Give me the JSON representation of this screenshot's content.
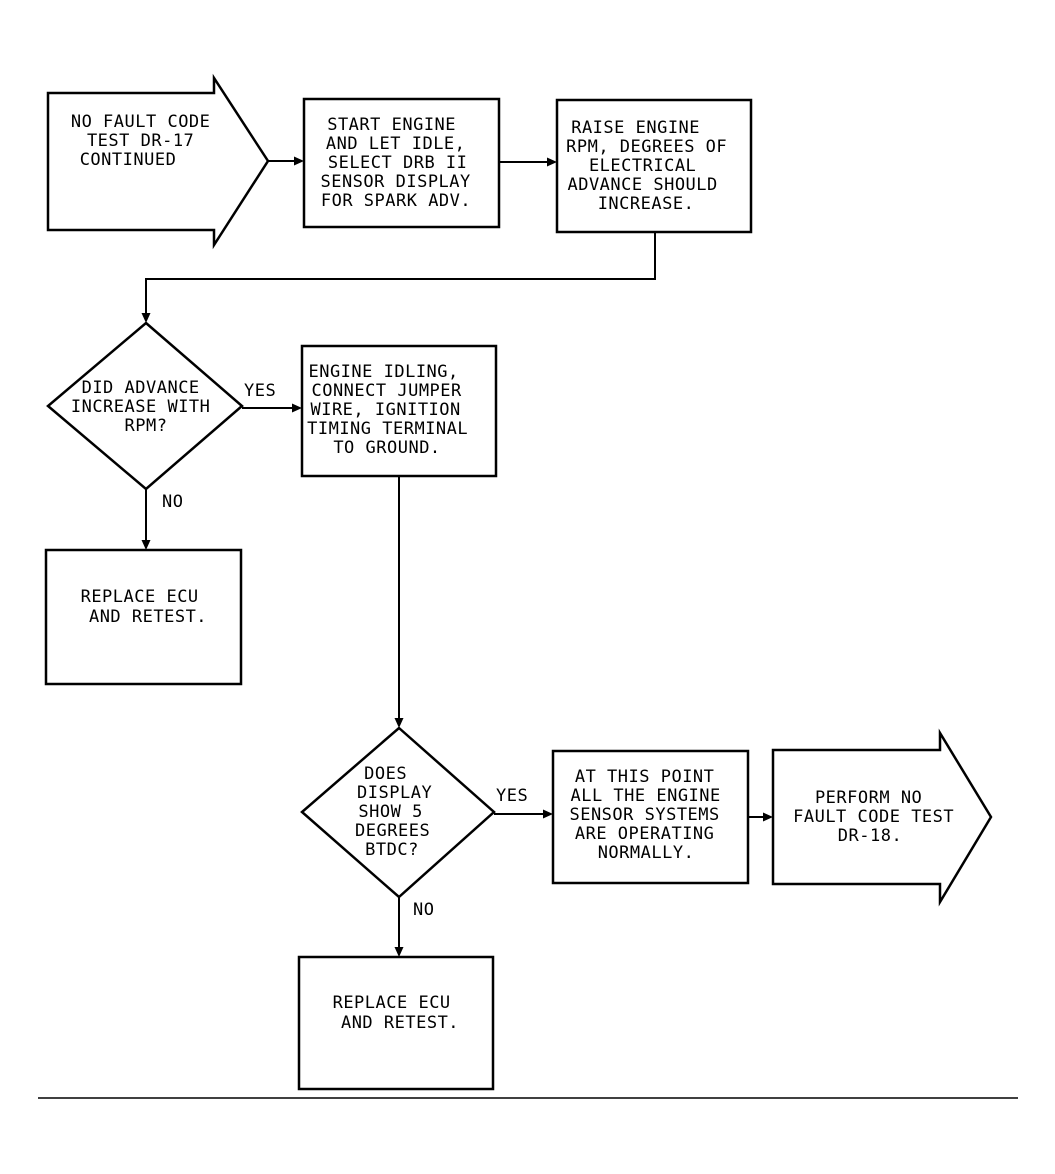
{
  "nodes": {
    "start": {
      "lines": [
        "NO FAULT CODE",
        "TEST DR-17",
        "CONTINUED"
      ]
    },
    "idle": {
      "lines": [
        "START ENGINE",
        "AND LET IDLE,",
        "SELECT DRB II",
        "SENSOR DISPLAY",
        "FOR SPARK ADV."
      ]
    },
    "raise": {
      "lines": [
        "RAISE ENGINE",
        "RPM, DEGREES OF",
        "ELECTRICAL",
        "ADVANCE SHOULD",
        "INCREASE."
      ]
    },
    "q_advance": {
      "lines": [
        "DID ADVANCE",
        "INCREASE WITH",
        "RPM?"
      ]
    },
    "jumper": {
      "lines": [
        "ENGINE IDLING,",
        "CONNECT JUMPER",
        "WIRE, IGNITION",
        "TIMING TERMINAL",
        "TO GROUND."
      ]
    },
    "replace1": {
      "lines": [
        "REPLACE ECU",
        "AND RETEST."
      ]
    },
    "q_display": {
      "lines": [
        "DOES",
        "DISPLAY",
        "SHOW 5",
        "DEGREES",
        "BTDC?"
      ]
    },
    "normal": {
      "lines": [
        "AT THIS POINT",
        "ALL THE ENGINE",
        "SENSOR SYSTEMS",
        "ARE OPERATING",
        "NORMALLY."
      ]
    },
    "perform": {
      "lines": [
        "PERFORM NO",
        "FAULT CODE TEST",
        "DR-18."
      ]
    },
    "replace2": {
      "lines": [
        "REPLACE ECU",
        "AND RETEST."
      ]
    }
  },
  "edges": {
    "yes1": "YES",
    "no1": "NO",
    "yes2": "YES",
    "no2": "NO"
  }
}
